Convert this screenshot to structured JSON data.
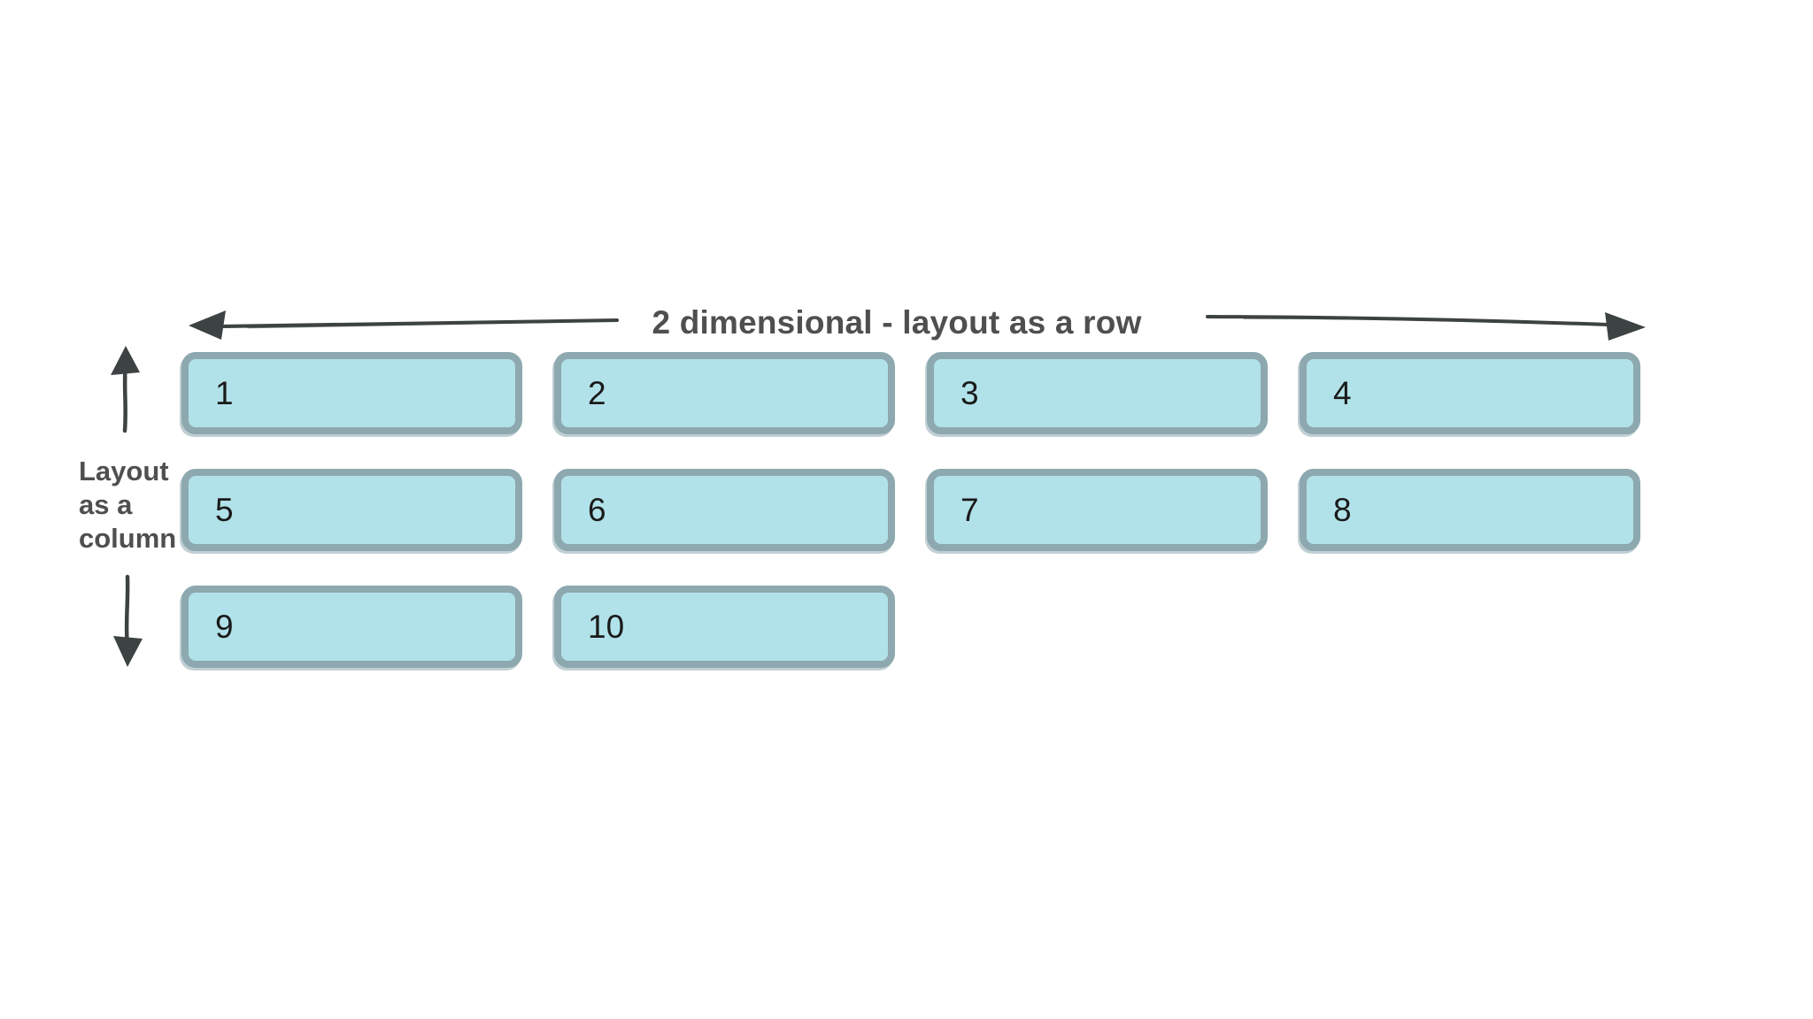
{
  "diagram": {
    "title": "2 dimensional - layout as a row",
    "column_label_lines": [
      "Layout",
      "as a",
      "column"
    ],
    "boxes": [
      "1",
      "2",
      "3",
      "4",
      "5",
      "6",
      "7",
      "8",
      "9",
      "10"
    ],
    "icons": {
      "row_left": "arrow-left-icon",
      "row_right": "arrow-right-icon",
      "column_up": "arrow-up-icon",
      "column_down": "arrow-down-icon"
    },
    "colors": {
      "background": "#ffffff",
      "box_fill": "#b2e2e9",
      "box_border": "#8da8af",
      "heading_text": "#4f4f4f",
      "number_text": "#1a1a1a",
      "arrow": "#3d4242"
    }
  }
}
